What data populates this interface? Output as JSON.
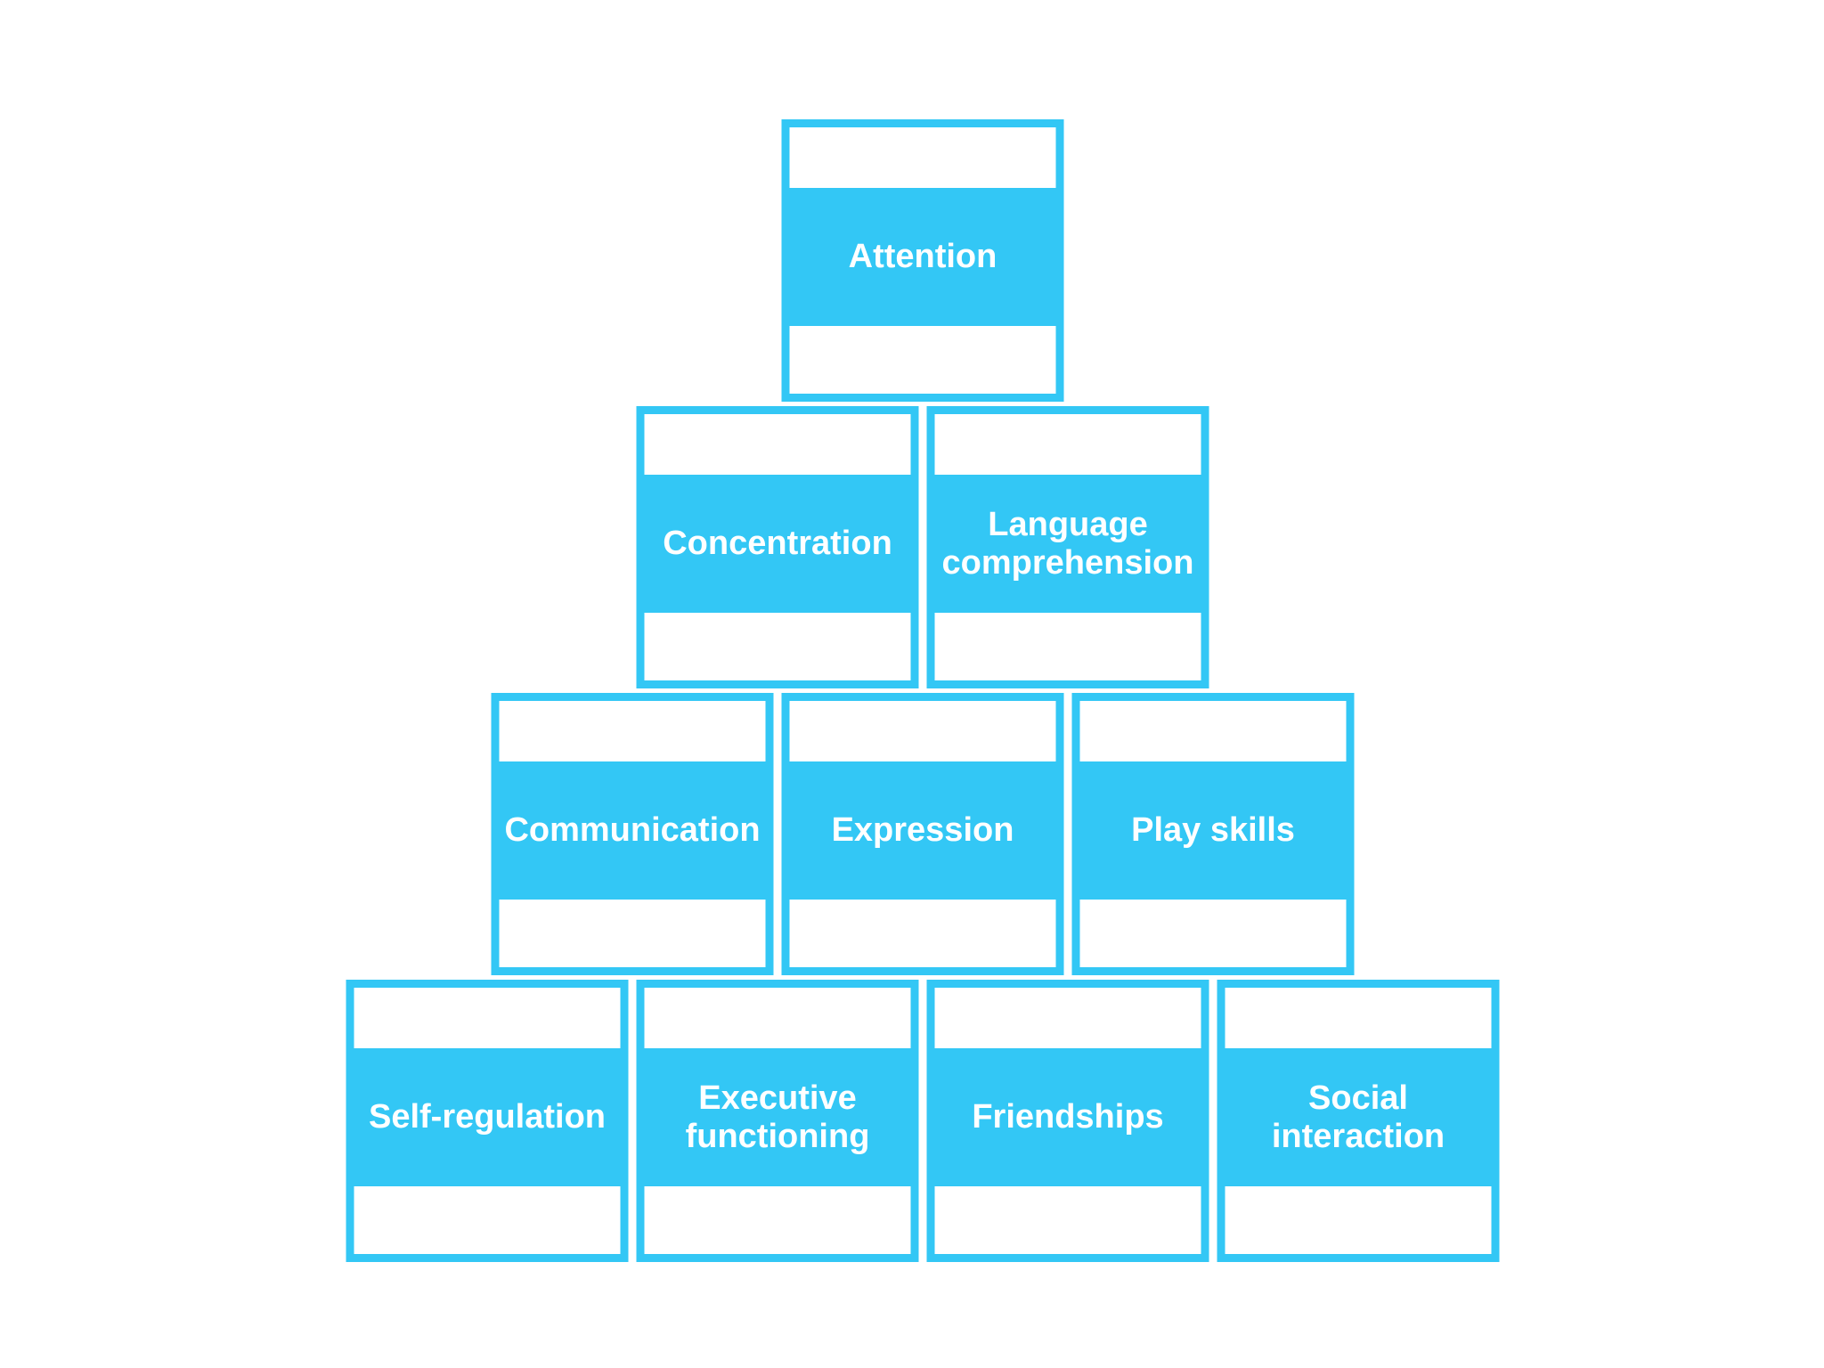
{
  "diagram": {
    "type": "stacked-block-pyramid",
    "colors": {
      "accent": "#33C7F5",
      "band": "#FFFFFF",
      "label_text": "#FFFFFF",
      "background": "#FFFFFF"
    },
    "rows": [
      {
        "name": "row-1",
        "blocks": [
          {
            "label": "Attention"
          }
        ]
      },
      {
        "name": "row-2",
        "blocks": [
          {
            "label": "Concentration"
          },
          {
            "label": "Language comprehension"
          }
        ]
      },
      {
        "name": "row-3",
        "blocks": [
          {
            "label": "Communication"
          },
          {
            "label": "Expression"
          },
          {
            "label": "Play skills"
          }
        ]
      },
      {
        "name": "row-4",
        "blocks": [
          {
            "label": "Self-regulation"
          },
          {
            "label": "Executive functioning"
          },
          {
            "label": "Friendships"
          },
          {
            "label": "Social interaction"
          }
        ]
      }
    ]
  }
}
